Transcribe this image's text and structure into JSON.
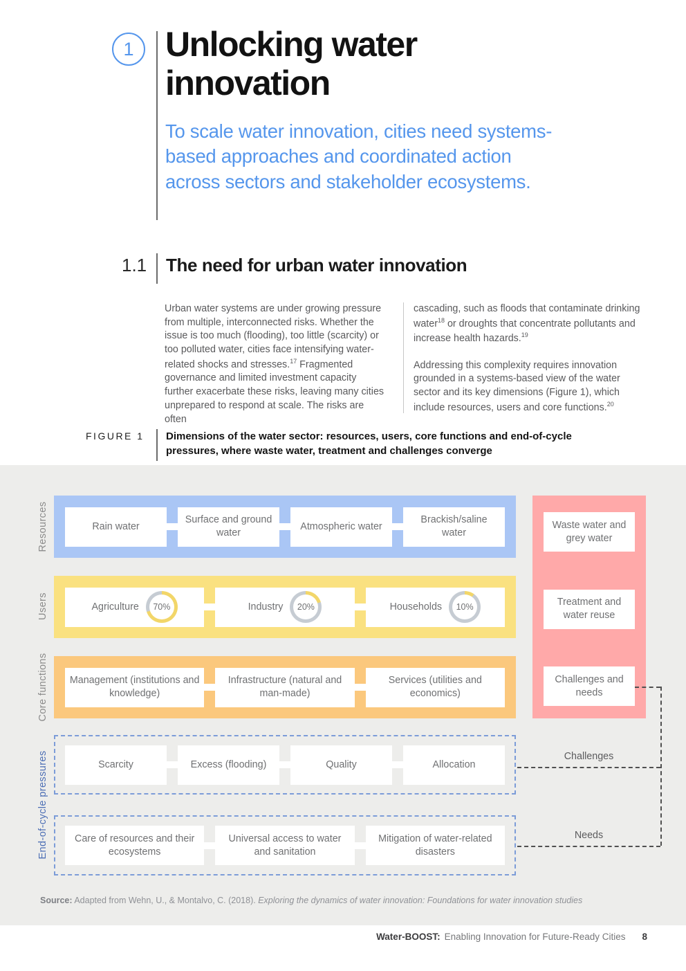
{
  "colors": {
    "accent_blue": "#5596EC",
    "resources_band": "#AAC6F5",
    "users_band": "#FAE180",
    "core_band": "#FBC87D",
    "waste_band": "#FFA9A9",
    "donut_fill": "#F2D669",
    "donut_track": "#C6CCD3",
    "dashed_blue": "#7C9CD8",
    "connector_grey": "#4F4F4F",
    "figure_bg": "#EDEDEB"
  },
  "header": {
    "chapter_number": "1",
    "title": "Unlocking water innovation",
    "subtitle": "To scale water innovation, cities need systems-based approaches and coordinated action across sectors and stakeholder ecosystems."
  },
  "section": {
    "number": "1.1",
    "title": "The need for urban water innovation"
  },
  "body": {
    "col1": {
      "p1a": "Urban water systems are under growing pressure from multiple, interconnected risks. Whether the issue is too much (flooding), too little (scarcity) or too polluted water, cities face intensifying water-related shocks and stresses.",
      "sup1": "17",
      "p1b": " Fragmented governance and limited investment capacity further exacerbate these risks, leaving many cities unprepared to respond at scale. The risks are often"
    },
    "col2": {
      "p1a": "cascading, such as floods that contaminate drinking water",
      "sup1": "18",
      "p1b": " or droughts that concentrate pollutants and increase health hazards.",
      "sup2": "19",
      "p2a": "Addressing this complexity requires innovation grounded in a systems-based view of the water sector and its key dimensions (Figure 1), which include resources, users and core functions.",
      "sup3": "20"
    }
  },
  "figure": {
    "label": "FIGURE 1",
    "caption": "Dimensions of the water sector: resources, users, core functions and end-of-cycle pressures, where waste water, treatment and challenges converge",
    "rows": {
      "resources": {
        "label": "Resources",
        "items": [
          "Rain water",
          "Surface and ground water",
          "Atmospheric water",
          "Brackish/saline water"
        ]
      },
      "users": {
        "label": "Users",
        "items": [
          {
            "name": "Agriculture",
            "pct_label": "70%",
            "pct": 70
          },
          {
            "name": "Industry",
            "pct_label": "20%",
            "pct": 20
          },
          {
            "name": "Households",
            "pct_label": "10%",
            "pct": 10
          }
        ]
      },
      "core": {
        "label": "Core functions",
        "items": [
          "Management (institutions and knowledge)",
          "Infrastructure (natural and man-made)",
          "Services (utilities and economics)"
        ]
      },
      "pressures": {
        "label": "End-of-cycle pressures",
        "group1": [
          "Scarcity",
          "Excess (flooding)",
          "Quality",
          "Allocation"
        ],
        "group2": [
          "Care of resources and their ecosystems",
          "Universal access to water and sanitation",
          "Mitigation of water-related disasters"
        ]
      }
    },
    "waste_column": {
      "items": [
        "Waste water and grey water",
        "Treatment and water reuse",
        "Challenges and needs"
      ]
    },
    "connectors": {
      "challenges_label": "Challenges",
      "needs_label": "Needs"
    }
  },
  "source": {
    "prefix": "Source:",
    "text": " Adapted from Wehn, U., & Montalvo, C. (2018). ",
    "italic": "Exploring the dynamics of water innovation: Foundations for water innovation studies"
  },
  "footer": {
    "brand": "Water-BOOST:",
    "text": "Enabling Innovation for Future-Ready Cities",
    "page": "8"
  }
}
